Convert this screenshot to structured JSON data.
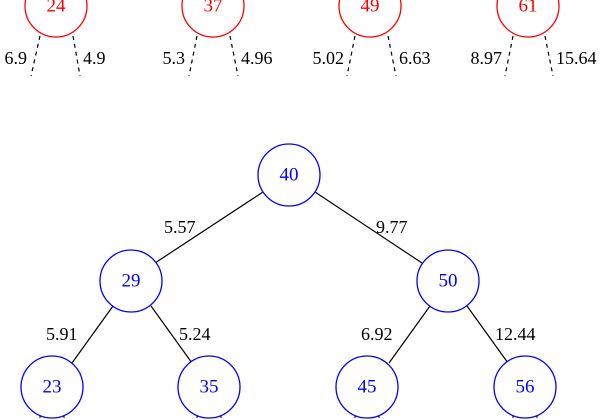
{
  "colors": {
    "top_nodes": "#ff0000",
    "bottom_nodes": "#0000ff",
    "edges": "#000000"
  },
  "top_row": [
    {
      "key": "24",
      "left": "6.9",
      "right": "4.9"
    },
    {
      "key": "37",
      "left": "5.3",
      "right": "4.96"
    },
    {
      "key": "49",
      "left": "5.02",
      "right": "6.63"
    },
    {
      "key": "61",
      "left": "8.97",
      "right": "15.64"
    }
  ],
  "tree": {
    "root": {
      "key": "40"
    },
    "left_child": {
      "key": "29",
      "edge": "5.57"
    },
    "right_child": {
      "key": "50",
      "edge": "9.77"
    },
    "grandchildren": [
      {
        "key": "23",
        "edge": "5.91"
      },
      {
        "key": "35",
        "edge": "5.24"
      },
      {
        "key": "45",
        "edge": "6.92"
      },
      {
        "key": "56",
        "edge": "12.44"
      }
    ]
  }
}
